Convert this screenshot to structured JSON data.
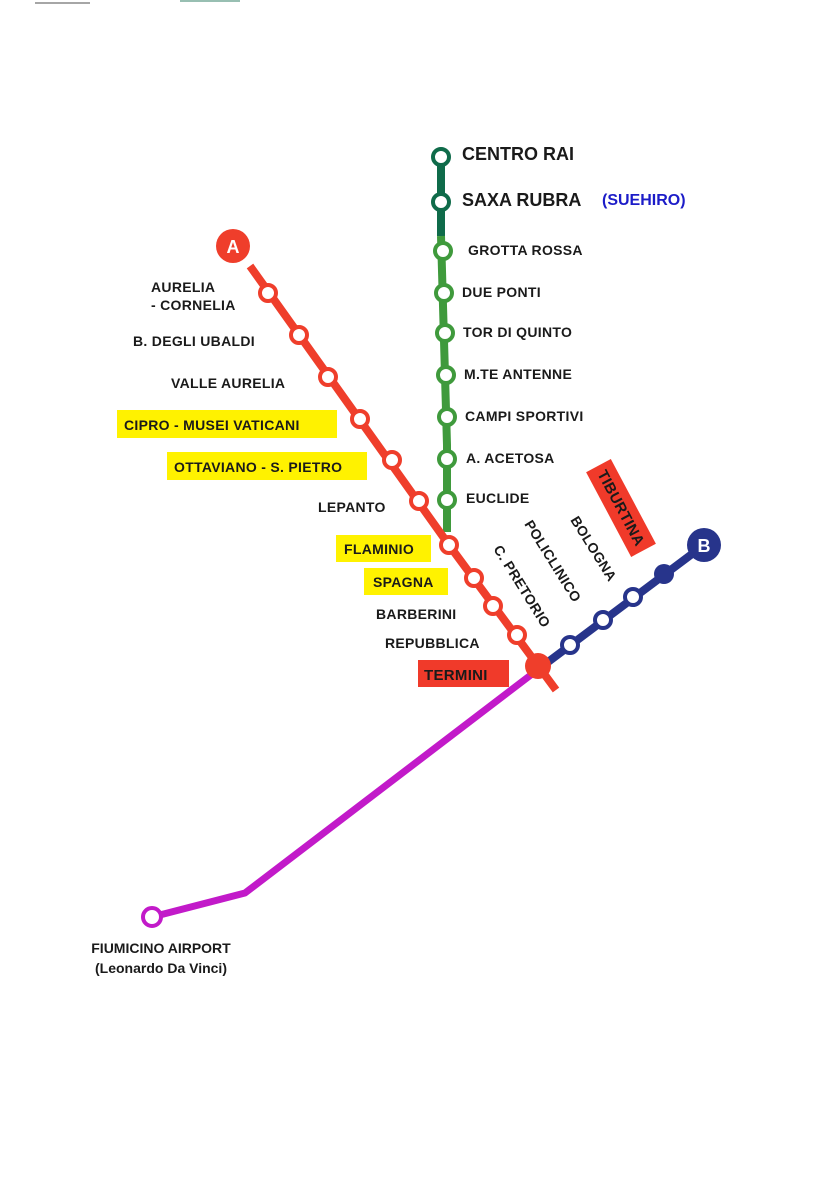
{
  "colors": {
    "line_a": "#ef3e2b",
    "line_b": "#27348b",
    "line_green_dark": "#0f6b4a",
    "line_green": "#3f9a3c",
    "line_airport": "#c21ac9",
    "highlight_yellow": "#fff200",
    "highlight_red": "#f03a2a",
    "suehiro_blue": "#1c1cc8"
  },
  "line_a": {
    "badge": "A",
    "stations": [
      "AURELIA",
      "- CORNELIA",
      "B. DEGLI UBALDI",
      "VALLE AURELIA",
      "CIPRO - MUSEI VATICANI",
      "OTTAVIANO - S. PIETRO",
      "LEPANTO",
      "FLAMINIO",
      "SPAGNA",
      "BARBERINI",
      "REPUBBLICA",
      "TERMINI"
    ]
  },
  "line_b": {
    "badge": "B",
    "stations": [
      "C. PRETORIO",
      "POLICLINICO",
      "BOLOGNA",
      "TIBURTINA"
    ]
  },
  "green_line": {
    "stations": [
      "CENTRO RAI",
      "SAXA RUBRA",
      "GROTTA ROSSA",
      "DUE PONTI",
      "TOR DI QUINTO",
      "M.TE ANTENNE",
      "CAMPI SPORTIVI",
      "A. ACETOSA",
      "EUCLIDE"
    ],
    "note": "(SUEHIRO)"
  },
  "airport": {
    "name": "FIUMICINO AIRPORT",
    "subname": "(Leonardo Da Vinci)"
  }
}
